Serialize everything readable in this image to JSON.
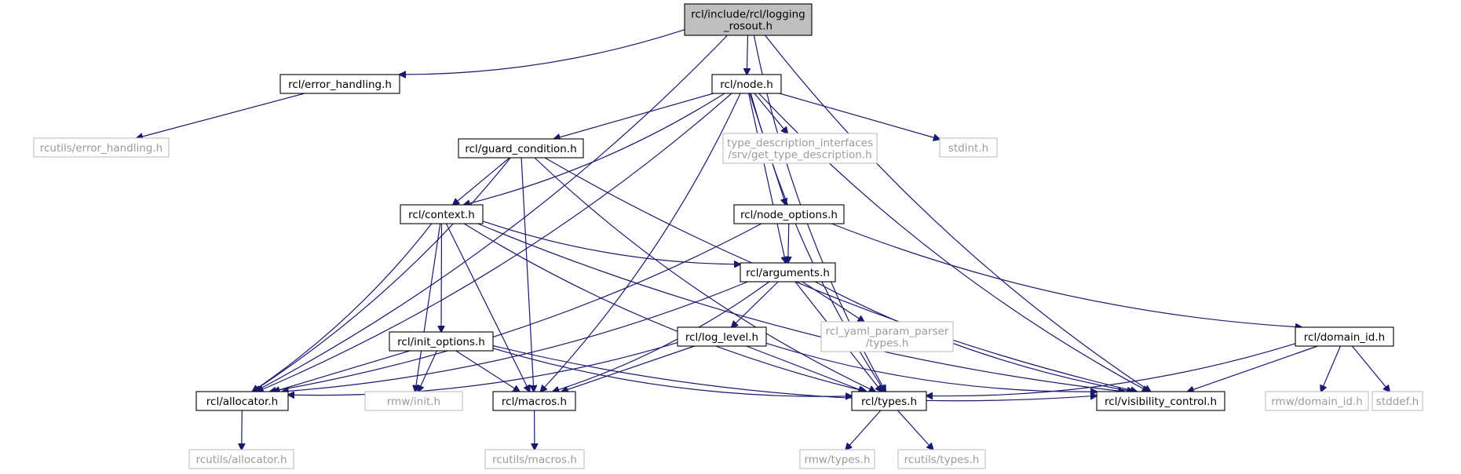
{
  "nodes": {
    "root": {
      "label": "rcl/include/rcl/logging\n_rosout.h",
      "external": false
    },
    "error_handling": {
      "label": "rcl/error_handling.h",
      "external": false
    },
    "node": {
      "label": "rcl/node.h",
      "external": false
    },
    "rcutils_error_handling": {
      "label": "rcutils/error_handling.h",
      "external": true
    },
    "guard_condition": {
      "label": "rcl/guard_condition.h",
      "external": false
    },
    "type_description": {
      "label": "type_description_interfaces\n/srv/get_type_description.h",
      "external": true
    },
    "stdint": {
      "label": "stdint.h",
      "external": true
    },
    "context": {
      "label": "rcl/context.h",
      "external": false
    },
    "node_options": {
      "label": "rcl/node_options.h",
      "external": false
    },
    "arguments": {
      "label": "rcl/arguments.h",
      "external": false
    },
    "init_options": {
      "label": "rcl/init_options.h",
      "external": false
    },
    "log_level": {
      "label": "rcl/log_level.h",
      "external": false
    },
    "yaml_param_parser": {
      "label": "rcl_yaml_param_parser\n/types.h",
      "external": true
    },
    "domain_id": {
      "label": "rcl/domain_id.h",
      "external": false
    },
    "allocator": {
      "label": "rcl/allocator.h",
      "external": false
    },
    "rmw_init": {
      "label": "rmw/init.h",
      "external": true
    },
    "macros": {
      "label": "rcl/macros.h",
      "external": false
    },
    "types": {
      "label": "rcl/types.h",
      "external": false
    },
    "visibility_control": {
      "label": "rcl/visibility_control.h",
      "external": false
    },
    "rmw_domain_id": {
      "label": "rmw/domain_id.h",
      "external": true
    },
    "stddef": {
      "label": "stddef.h",
      "external": true
    },
    "rcutils_allocator": {
      "label": "rcutils/allocator.h",
      "external": true
    },
    "rcutils_macros": {
      "label": "rcutils/macros.h",
      "external": true
    },
    "rmw_types": {
      "label": "rmw/types.h",
      "external": true
    },
    "rcutils_types": {
      "label": "rcutils/types.h",
      "external": true
    }
  },
  "edges": [
    [
      "root",
      "error_handling"
    ],
    [
      "root",
      "node"
    ],
    [
      "root",
      "allocator"
    ],
    [
      "root",
      "types"
    ],
    [
      "root",
      "visibility_control"
    ],
    [
      "error_handling",
      "rcutils_error_handling"
    ],
    [
      "node",
      "guard_condition"
    ],
    [
      "node",
      "type_description"
    ],
    [
      "node",
      "stdint"
    ],
    [
      "node",
      "context"
    ],
    [
      "node",
      "node_options"
    ],
    [
      "node",
      "arguments"
    ],
    [
      "node",
      "allocator"
    ],
    [
      "node",
      "macros"
    ],
    [
      "node",
      "types"
    ],
    [
      "node",
      "visibility_control"
    ],
    [
      "guard_condition",
      "context"
    ],
    [
      "guard_condition",
      "allocator"
    ],
    [
      "guard_condition",
      "macros"
    ],
    [
      "guard_condition",
      "types"
    ],
    [
      "guard_condition",
      "visibility_control"
    ],
    [
      "context",
      "arguments"
    ],
    [
      "context",
      "init_options"
    ],
    [
      "context",
      "allocator"
    ],
    [
      "context",
      "rmw_init"
    ],
    [
      "context",
      "macros"
    ],
    [
      "context",
      "types"
    ],
    [
      "context",
      "visibility_control"
    ],
    [
      "node_options",
      "arguments"
    ],
    [
      "node_options",
      "domain_id"
    ],
    [
      "node_options",
      "allocator"
    ],
    [
      "arguments",
      "log_level"
    ],
    [
      "arguments",
      "yaml_param_parser"
    ],
    [
      "arguments",
      "allocator"
    ],
    [
      "arguments",
      "macros"
    ],
    [
      "arguments",
      "types"
    ],
    [
      "arguments",
      "visibility_control"
    ],
    [
      "init_options",
      "allocator"
    ],
    [
      "init_options",
      "rmw_init"
    ],
    [
      "init_options",
      "macros"
    ],
    [
      "init_options",
      "types"
    ],
    [
      "init_options",
      "visibility_control"
    ],
    [
      "log_level",
      "allocator"
    ],
    [
      "log_level",
      "macros"
    ],
    [
      "log_level",
      "types"
    ],
    [
      "log_level",
      "visibility_control"
    ],
    [
      "domain_id",
      "types"
    ],
    [
      "domain_id",
      "visibility_control"
    ],
    [
      "domain_id",
      "rmw_domain_id"
    ],
    [
      "domain_id",
      "stddef"
    ],
    [
      "allocator",
      "rcutils_allocator"
    ],
    [
      "macros",
      "rcutils_macros"
    ],
    [
      "types",
      "rmw_types"
    ],
    [
      "types",
      "rcutils_types"
    ]
  ]
}
